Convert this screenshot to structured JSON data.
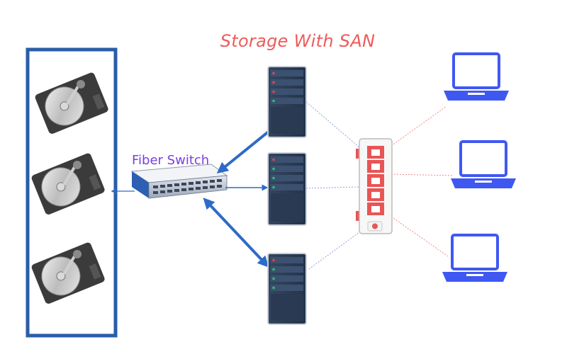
{
  "diagram": {
    "title": "Storage With SAN",
    "switch_label": "Fiber Switch"
  },
  "colors": {
    "title": "#ef5a5a",
    "switch_label": "#7a3fe0",
    "storage_frame": "#2a5da8",
    "arrow": "#2e6ac8",
    "server_body": "#2b3b52",
    "hub_port": "#e85555",
    "laptop": "#3f58f2",
    "link_blue": "#8ea2d8",
    "link_red": "#f08a8a"
  },
  "nodes": {
    "disks": [
      "disk",
      "disk",
      "disk"
    ],
    "servers": [
      "server",
      "server",
      "server"
    ],
    "laptops": [
      "laptop",
      "laptop",
      "laptop"
    ]
  }
}
